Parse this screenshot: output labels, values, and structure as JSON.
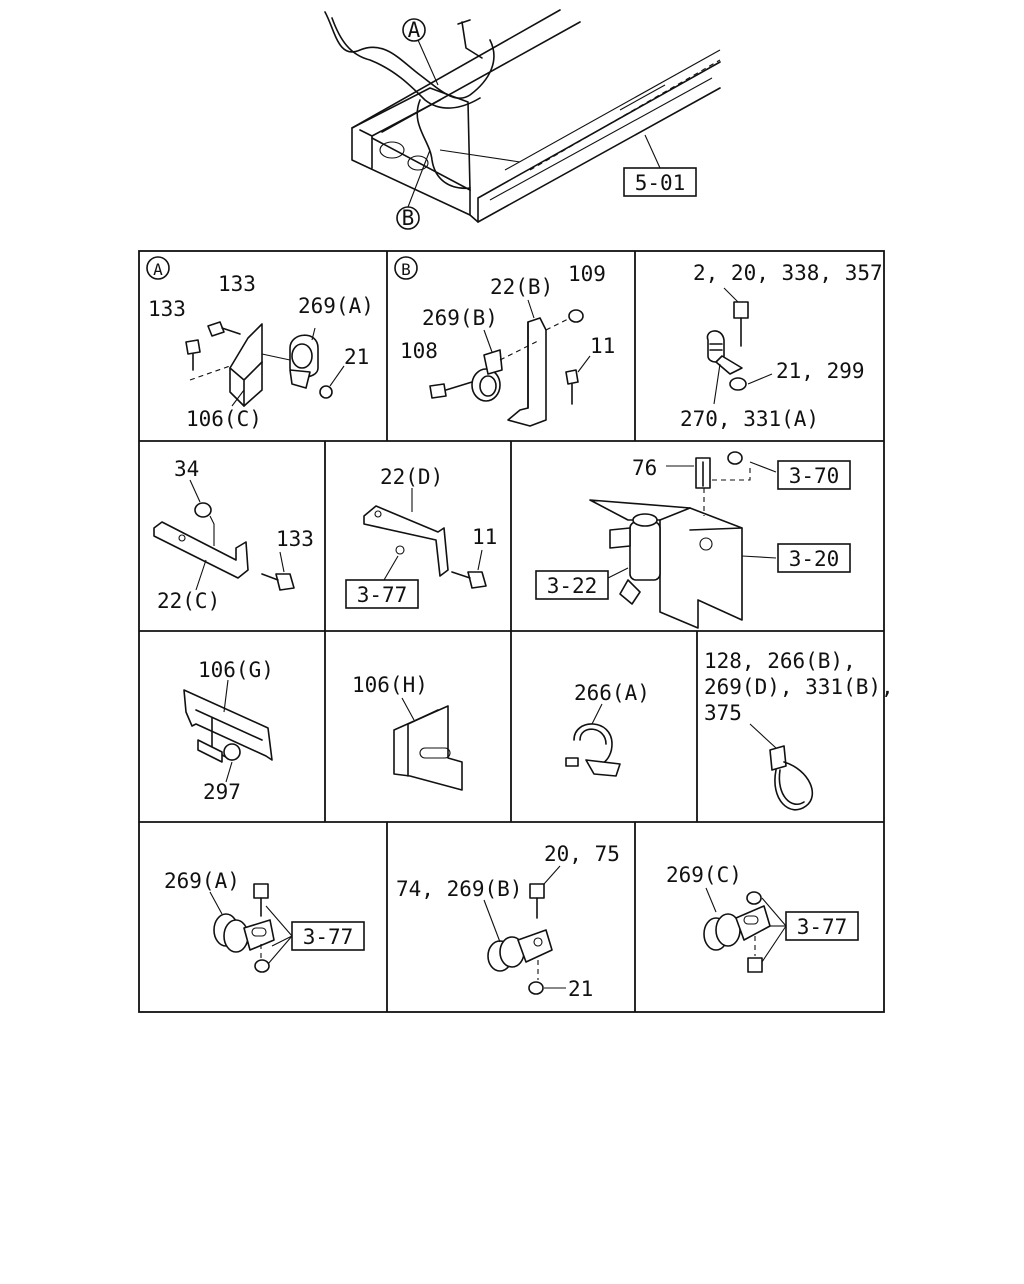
{
  "top_view": {
    "callout_a": "A",
    "callout_b": "B",
    "ref_main": "5-01"
  },
  "panels": {
    "a": {
      "tag": "A",
      "labels": [
        "133",
        "133",
        "269(A)",
        "21",
        "106(C)"
      ]
    },
    "b": {
      "tag": "B",
      "labels": [
        "22(B)",
        "109",
        "269(B)",
        "108",
        "11"
      ]
    },
    "c": {
      "labels": [
        "2, 20, 338, 357",
        "21, 299",
        "270, 331(A)"
      ]
    },
    "d": {
      "labels": [
        "34",
        "133",
        "22(C)"
      ]
    },
    "e": {
      "labels": [
        "22(D)",
        "11"
      ],
      "ref": "3-77"
    },
    "f": {
      "labels": [
        "76"
      ],
      "refs": [
        "3-70",
        "3-20",
        "3-22"
      ]
    },
    "g": {
      "labels": [
        "106(G)",
        "297"
      ]
    },
    "h": {
      "labels": [
        "106(H)"
      ]
    },
    "i": {
      "labels": [
        "266(A)"
      ]
    },
    "j": {
      "labels": [
        "128, 266(B),",
        "269(D), 331(B),",
        "375"
      ]
    },
    "k": {
      "labels": [
        "269(A)"
      ],
      "ref": "3-77"
    },
    "l": {
      "labels": [
        "20, 75",
        "74, 269(B)",
        "21"
      ]
    },
    "m": {
      "labels": [
        "269(C)"
      ],
      "ref": "3-77"
    }
  }
}
